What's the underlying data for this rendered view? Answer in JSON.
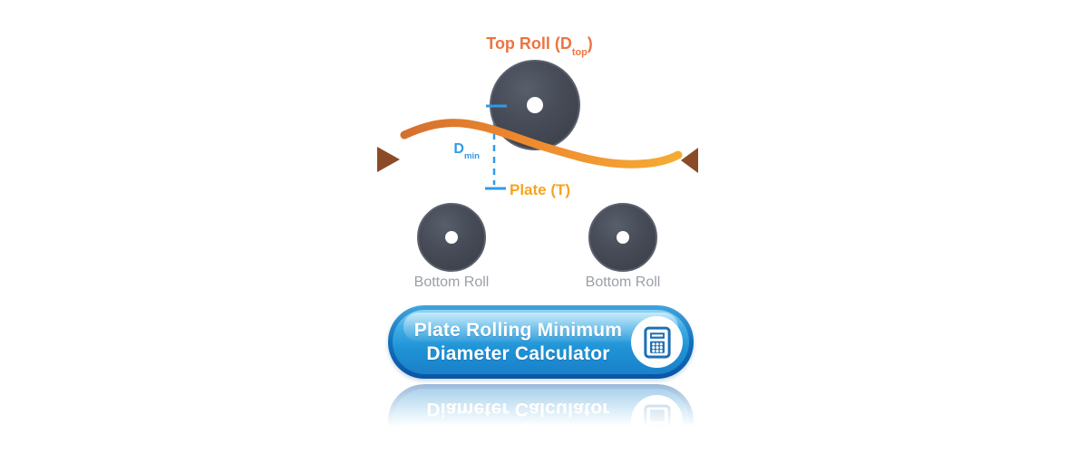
{
  "diagram": {
    "top_roll_label": {
      "prefix": "Top Roll (D",
      "sub": "top",
      "suffix": ")"
    },
    "dmin_label": {
      "main": "D",
      "sub": "min"
    },
    "plate_label": "Plate (T)",
    "bottom_roll_left": "Bottom Roll",
    "bottom_roll_right": "Bottom Roll",
    "colors": {
      "top_roll_label": "#ED7440",
      "dmin_dimension": "#3399E8",
      "plate_label": "#F6A41F",
      "plate_gradient_start": "#D4702D",
      "plate_gradient_mid": "#EE8A2E",
      "plate_gradient_end": "#F5AB33",
      "roll_fill": "#474C58",
      "roll_edge": "#5B606C",
      "arrow": "#8A4B26",
      "bottom_roll_label": "#9AA0A8"
    }
  },
  "button": {
    "label_line1": "Plate Rolling Minimum",
    "label_line2": "Diameter Calculator",
    "icon": "calculator-icon",
    "colors": {
      "rim": "#0A55A4",
      "face_top": "#8FD5F4",
      "face_bottom": "#1A80C9",
      "text": "#FFFFFF",
      "calculator_icon": "#1E6FB6"
    }
  }
}
